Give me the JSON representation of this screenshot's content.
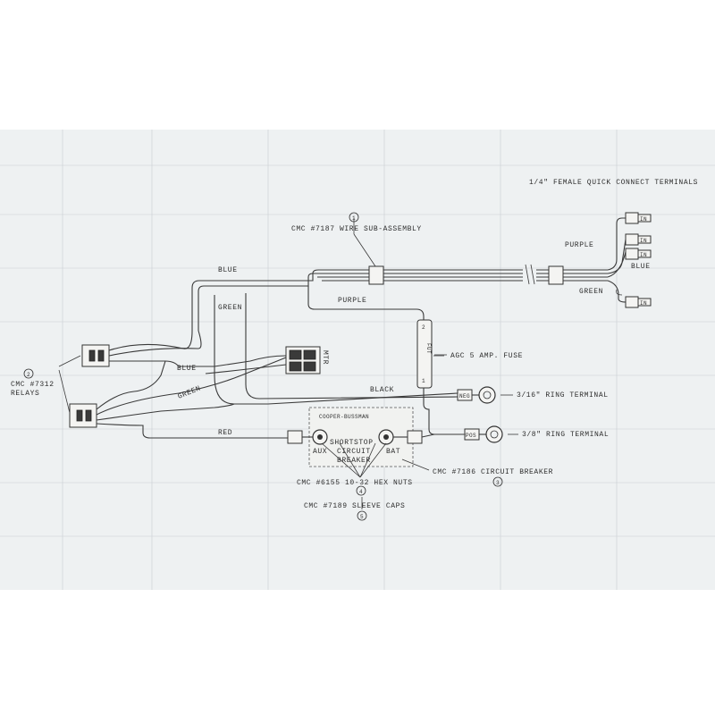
{
  "title_terminals": "1/4\" FEMALE QUICK CONNECT TERMINALS",
  "callouts": {
    "c1": "1",
    "c2": "2",
    "c3": "3",
    "c4": "4",
    "c5": "5"
  },
  "labels": {
    "sub_assembly": "CMC #7187 WIRE SUB-ASSEMBLY",
    "relays_line1": "CMC #7312",
    "relays_line2": "RELAYS",
    "fuse": "AGC 5 AMP. FUSE",
    "ring_316": "3/16\" RING TERMINAL",
    "ring_38": "3/8\" RING TERMINAL",
    "circuit_breaker": "CMC #7186 CIRCUIT BREAKER",
    "hex_nuts": "CMC #6155 10-32 HEX NUTS",
    "sleeve_caps": "CMC #7189 SLEEVE CAPS"
  },
  "wire_labels": {
    "blue_top": "BLUE",
    "green_left": "GREEN",
    "purple_mid": "PURPLE",
    "blue_relay": "BLUE",
    "green_diag": "GREEN",
    "black": "BLACK",
    "red": "RED",
    "purple_right": "PURPLE",
    "blue_right": "BLUE",
    "green_right": "GREEN"
  },
  "components": {
    "mtr": "MTR",
    "fuse_num_top": "2",
    "fuse_text": "FUT",
    "fuse_num_bot": "1",
    "breaker_brand": "COOPER-BUSSMAN",
    "breaker_name1": "SHORTSTOP",
    "breaker_name2": "CIRCUIT",
    "breaker_name3": "BREAKER",
    "aux": "AUX",
    "bat": "BAT",
    "ring_tag_top": "NEG",
    "ring_tag_bot": "POS",
    "qc_tag1": "IN",
    "qc_tag2": "IN",
    "qc_tag3": "IN",
    "qc_tag4": "IN"
  }
}
